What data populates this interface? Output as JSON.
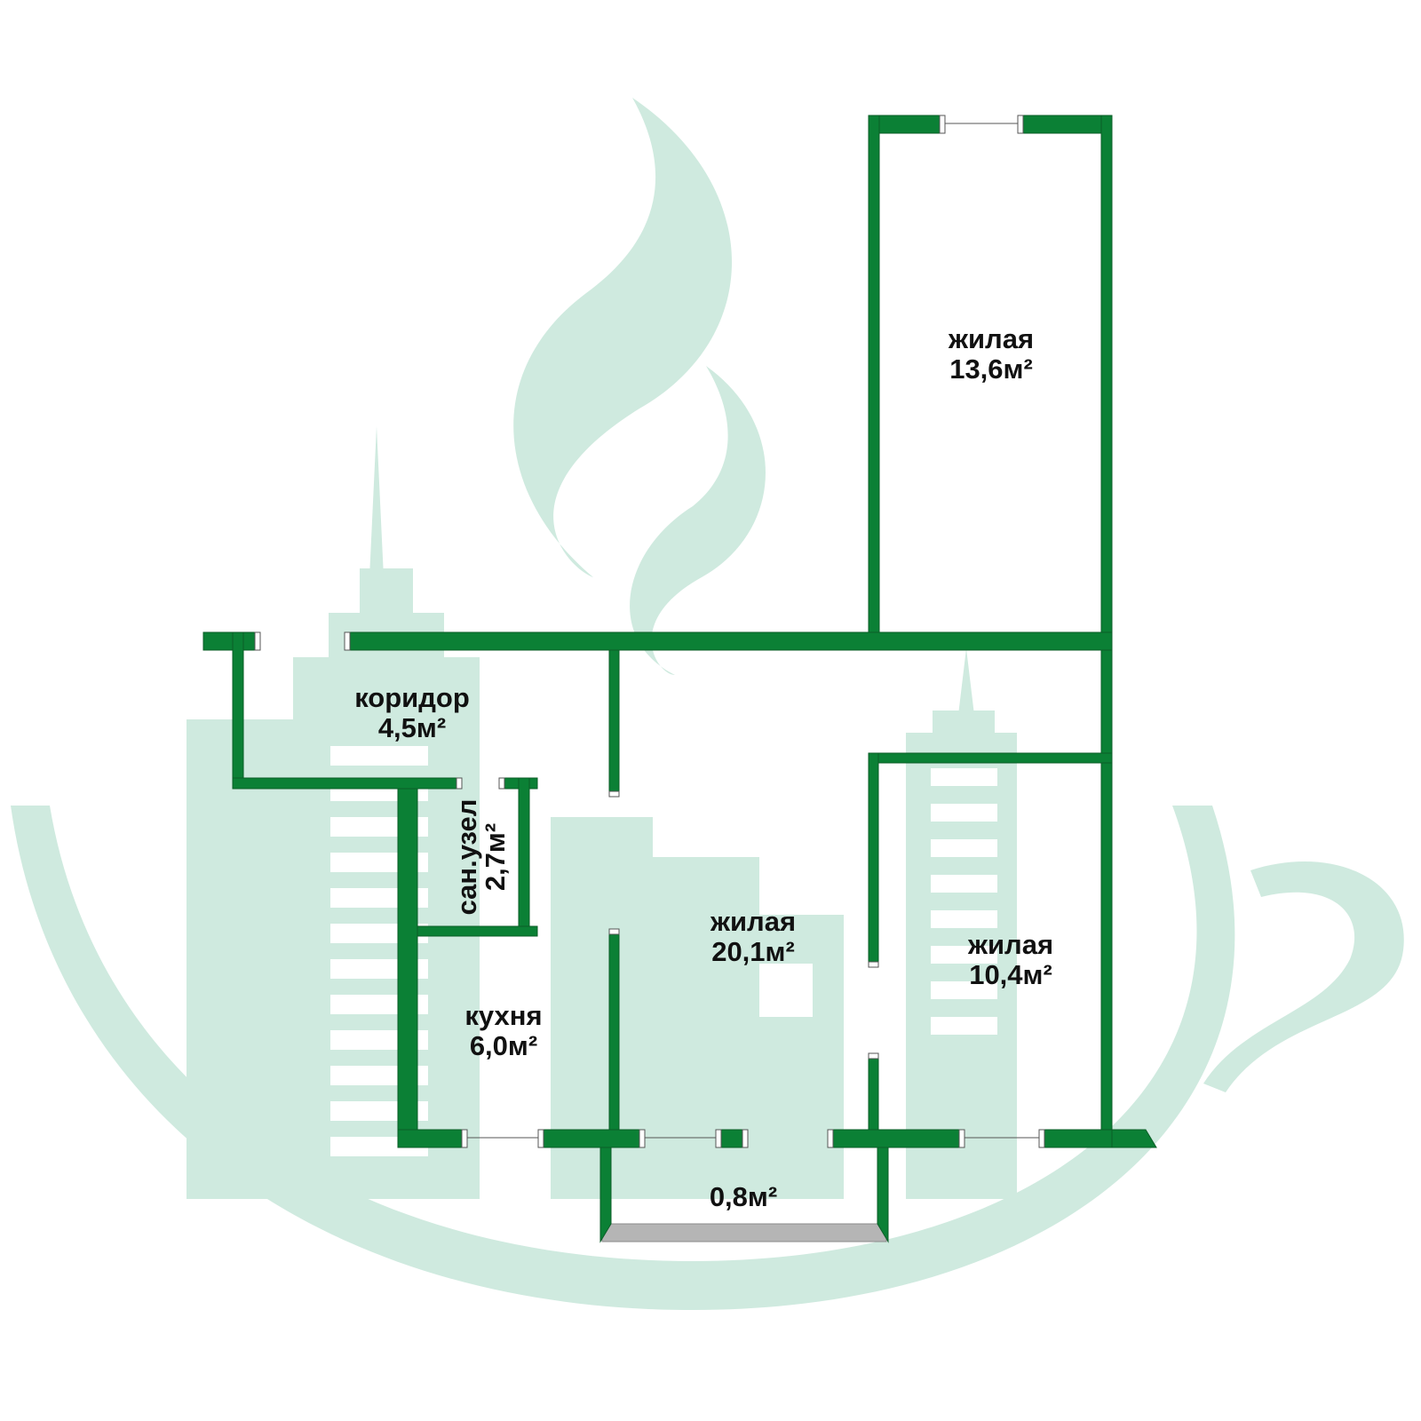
{
  "colors": {
    "wall": "#0b8035",
    "wall_stroke": "#0b5e27",
    "watermark": "#cfeadf",
    "balcony_rail": "#b5b5b5",
    "label": "#111111"
  },
  "watermark": {
    "icon": "teacup-city-skyline-logo"
  },
  "rooms": {
    "living_top": {
      "name": "жилая",
      "area": "13,6м²"
    },
    "corridor": {
      "name": "коридор",
      "area": "4,5м²"
    },
    "bathroom": {
      "name": "сан.узел",
      "area": "2,7м²"
    },
    "living_center": {
      "name": "жилая",
      "area": "20,1м²"
    },
    "living_right": {
      "name": "жилая",
      "area": "10,4м²"
    },
    "kitchen": {
      "name": "кухня",
      "area": "6,0м²"
    },
    "balcony": {
      "area": "0,8м²"
    }
  }
}
